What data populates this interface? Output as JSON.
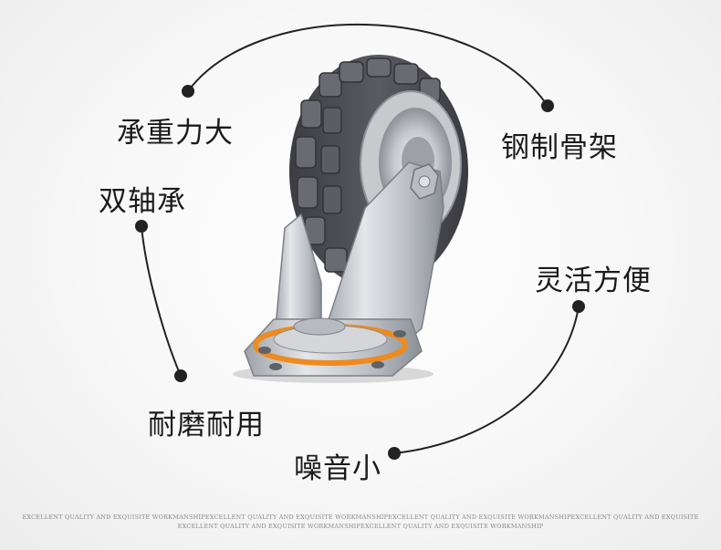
{
  "features": {
    "load": "承重力大",
    "bearing": "双轴承",
    "wear": "耐磨耐用",
    "noise": "噪音小",
    "frame": "钢制骨架",
    "swivel": "灵活方便"
  },
  "footer": {
    "line1": "EXCELLENT QUALITY AND EXQUISITE WORKMANSHIPEXCELLENT QUALITY AND EXQUISITE WORKMANSHIPEXCELLENT QUALITY AND EXQUISITE WORKMANSHIPEXCELLENT QUALITY AND EXQUISITE",
    "line2": "EXCELLENT QUALITY AND EXQUISITE WORKMANSHIPEXCELLENT QUALITY AND EXQUISITE WORKMANSHIP"
  },
  "colors": {
    "background": "#f4f4f4",
    "tire": "#4f4f57",
    "metal": "#c9ccd1",
    "ring": "#ef8a1e",
    "curve": "#222222"
  }
}
